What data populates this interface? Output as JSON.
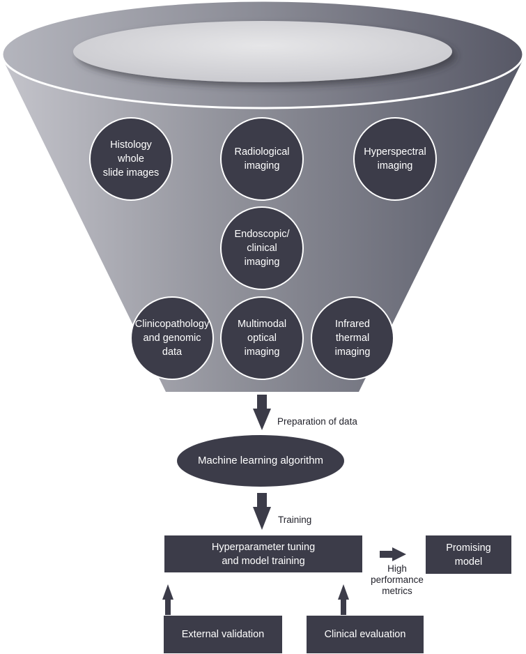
{
  "funnel_sources": [
    "Histology whole\nslide images",
    "Radiological\nimaging",
    "Hyperspectral\nimaging",
    "Endoscopic/\nclinical imaging",
    "Clinicopathology\nand genomic\ndata",
    "Multimodal\noptical imaging",
    "Infrared thermal\nimaging"
  ],
  "flow": {
    "step1_label": "Preparation of data",
    "algorithm": "Machine learning algorithm",
    "step2_label": "Training",
    "tuning": "Hyperparameter tuning\nand model training",
    "metrics_label": "High\nperformance\nmetrics",
    "result": "Promising\nmodel",
    "validation": "External validation",
    "evaluation": "Clinical evaluation"
  },
  "colors": {
    "node_fill": "#3c3c49",
    "funnel_light": "#b9b9c1",
    "funnel_dark": "#5b5d6b",
    "arrow": "#3c3c49"
  }
}
